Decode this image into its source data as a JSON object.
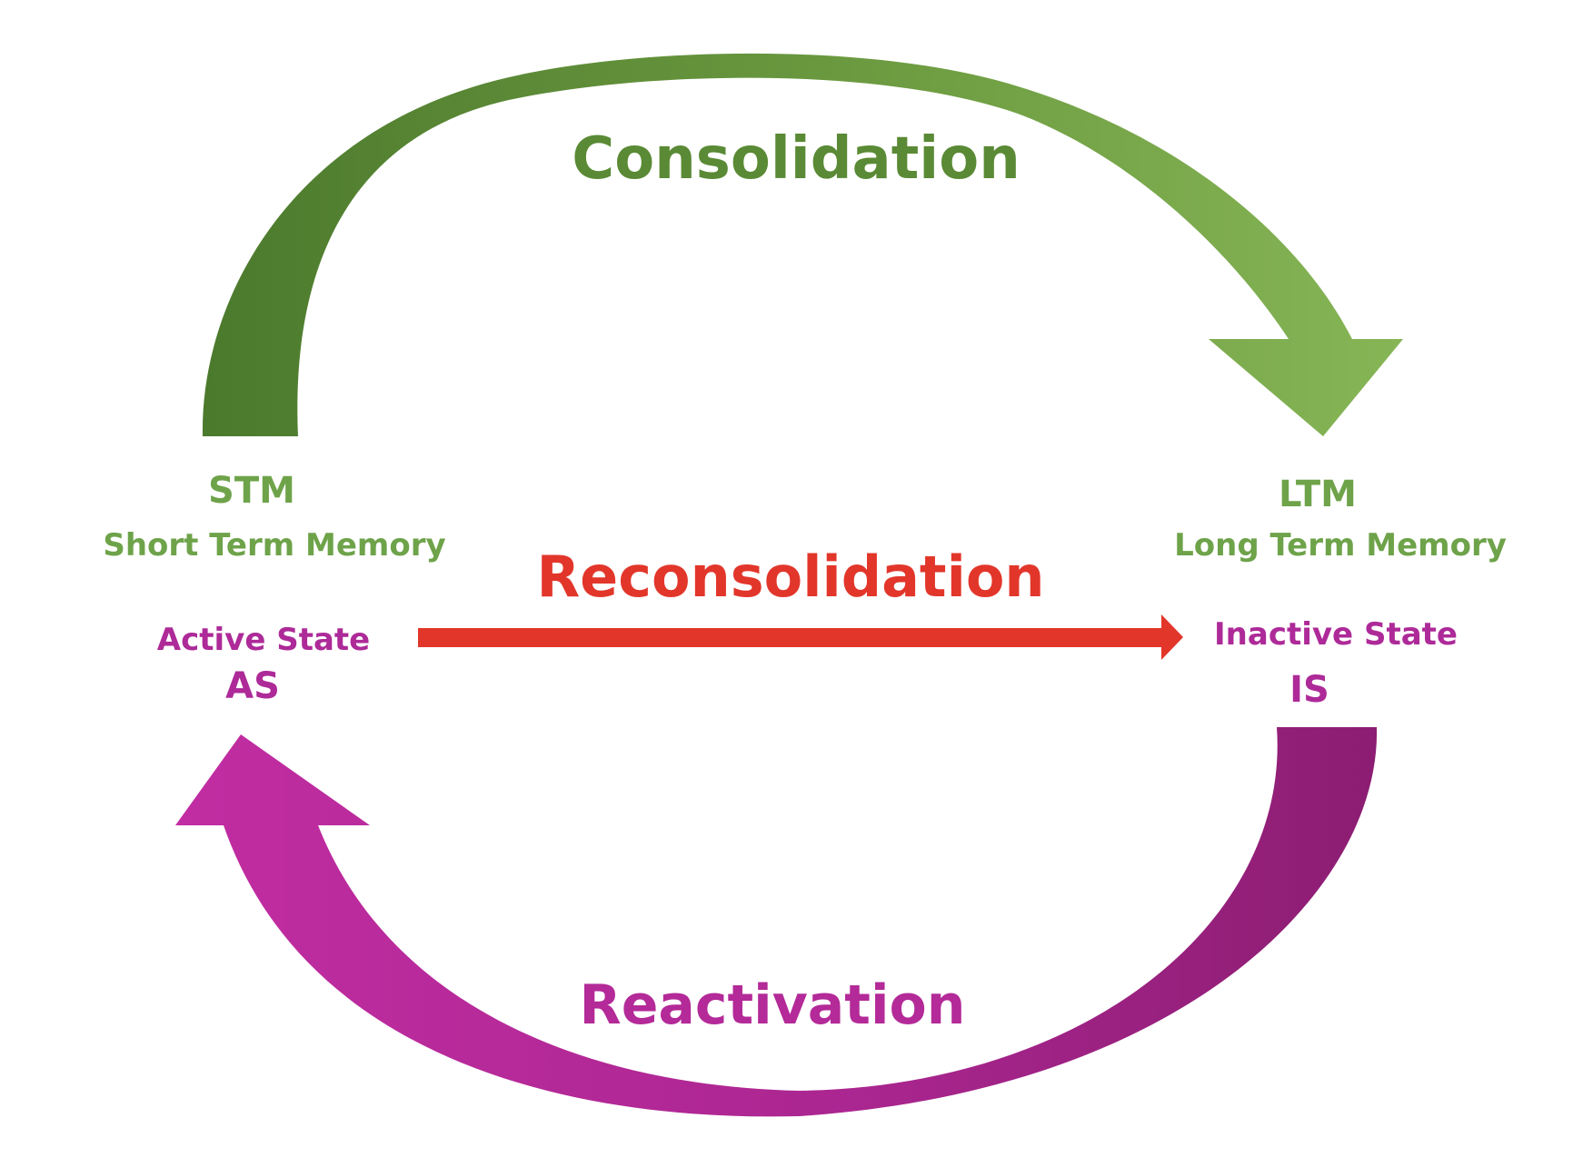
{
  "title": "",
  "colors": {
    "consolidation_light": "#86b556",
    "consolidation_dark": "#4c7a2d",
    "reactivation_light": "#c12da2",
    "reactivation_dark": "#8c1d72",
    "reconsolidation": "#e2362b",
    "memory_label": "#6ea34a",
    "state_label": "#ad2a98"
  },
  "arrows": {
    "consolidation": {
      "label": "Consolidation",
      "icon": "curved-arrow-right"
    },
    "reconsolidation": {
      "label": "Reconsolidation",
      "icon": "straight-arrow-right"
    },
    "reactivation": {
      "label": "Reactivation",
      "icon": "curved-arrow-left"
    }
  },
  "nodes": {
    "stm": {
      "abbr": "STM",
      "name": "Short Term Memory",
      "state": "Active State",
      "state_abbr": "AS"
    },
    "ltm": {
      "abbr": "LTM",
      "name": "Long Term Memory",
      "state": "Inactive State",
      "state_abbr": "IS"
    }
  }
}
